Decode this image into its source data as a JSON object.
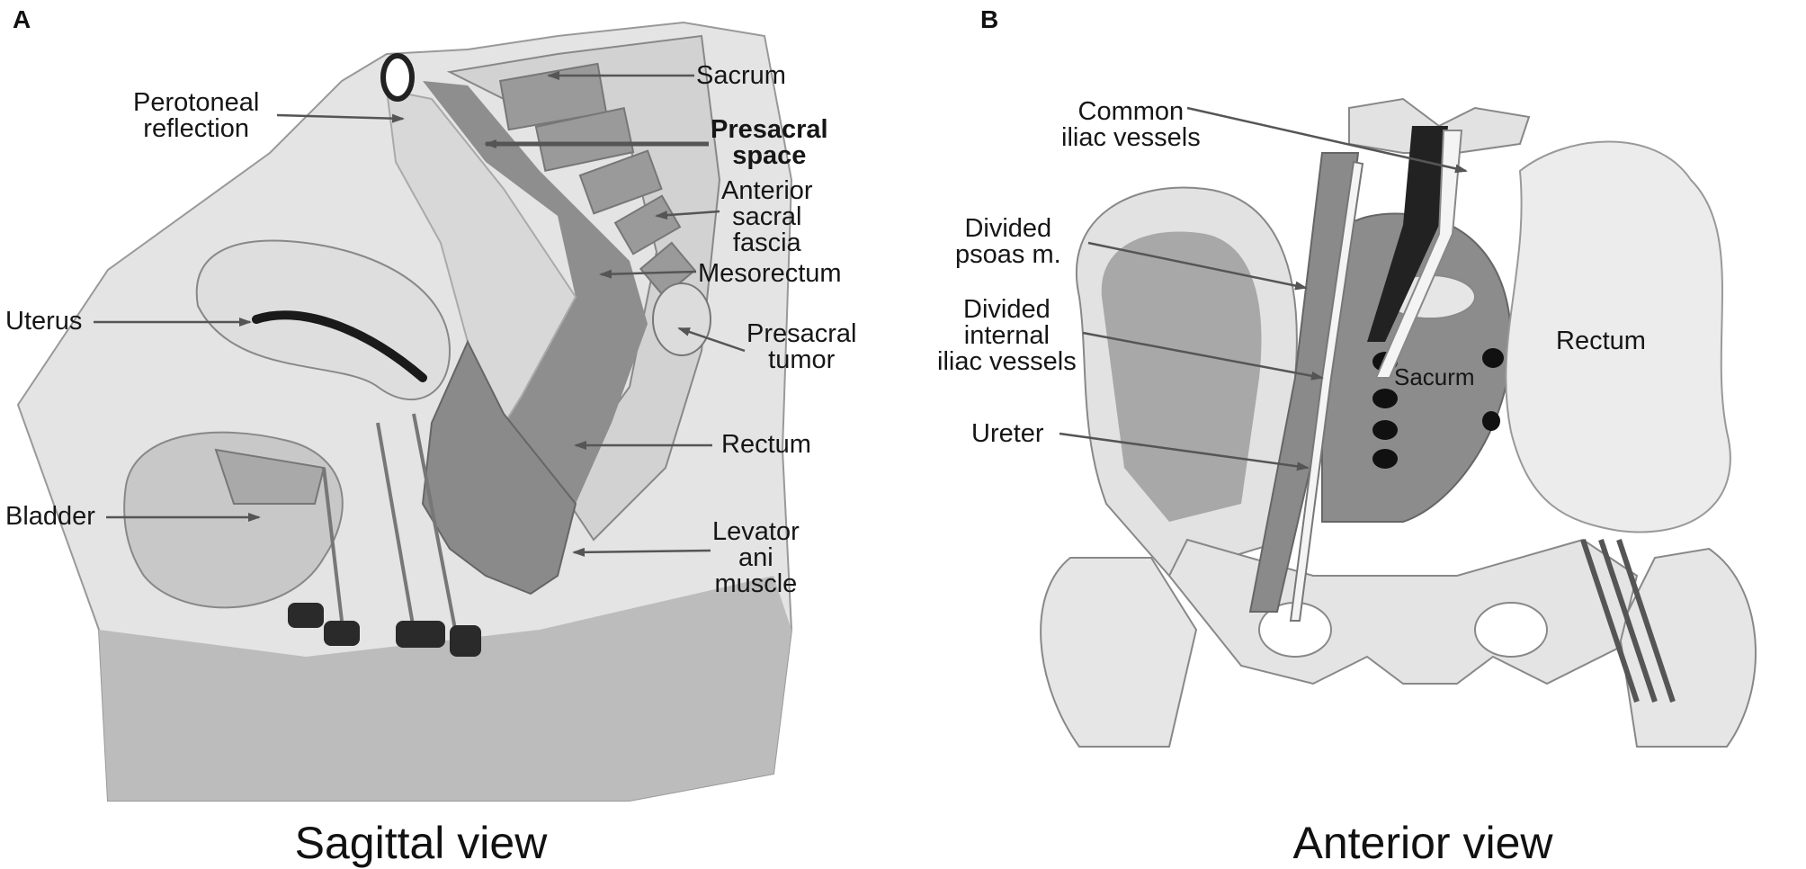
{
  "panel_a": {
    "letter": "A",
    "caption": "Sagittal view",
    "labels": {
      "sacrum": "Sacrum",
      "peritoneal_reflection": "Perotoneal\nreflection",
      "presacral_space": "Presacral\nspace",
      "anterior_sacral_fascia": "Anterior\nsacral\nfascia",
      "mesorectum": "Mesorectum",
      "uterus": "Uterus",
      "presacral_tumor": "Presacral\ntumor",
      "rectum": "Rectum",
      "bladder": "Bladder",
      "levator_ani": "Levator\nani\nmuscle"
    }
  },
  "panel_b": {
    "letter": "B",
    "caption": "Anterior view",
    "labels": {
      "common_iliac": "Common\niliac vessels",
      "divided_psoas": "Divided\npsoas m.",
      "divided_internal_iliac": "Divided\ninternal\niliac vessels",
      "ureter": "Ureter",
      "sacrum": "Sacurm",
      "rectum": "Rectum"
    }
  },
  "colors": {
    "tissue_light": "#e6e6e6",
    "tissue_mid": "#bdbdbd",
    "tissue_dark": "#8c8c8c",
    "structure_black": "#1a1a1a",
    "leader_line": "#555555"
  }
}
